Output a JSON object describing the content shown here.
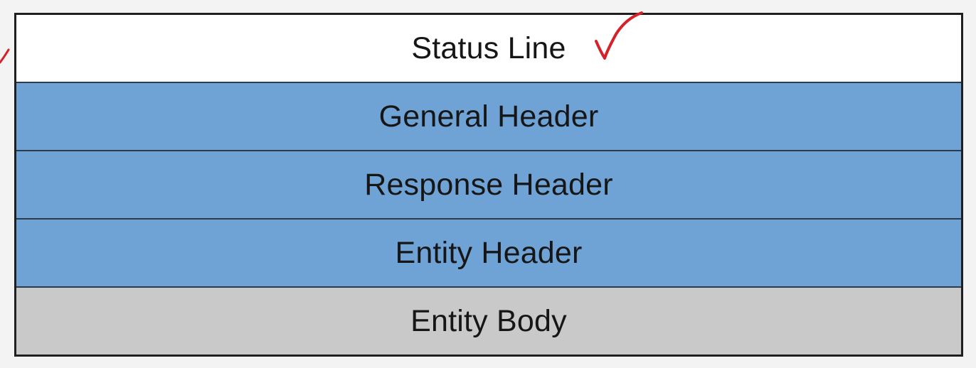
{
  "diagram": {
    "rows": [
      {
        "label": "Status Line",
        "color": "#ffffff"
      },
      {
        "label": "General Header",
        "color": "#6fa3d6"
      },
      {
        "label": "Response Header",
        "color": "#6fa3d6"
      },
      {
        "label": "Entity Header",
        "color": "#6fa3d6"
      },
      {
        "label": "Entity Body",
        "color": "#c9c9c9"
      }
    ],
    "border_color": "#1f1f1f",
    "annotation_color": "#d4222a",
    "annotation_icon": "checkmark-icon"
  }
}
